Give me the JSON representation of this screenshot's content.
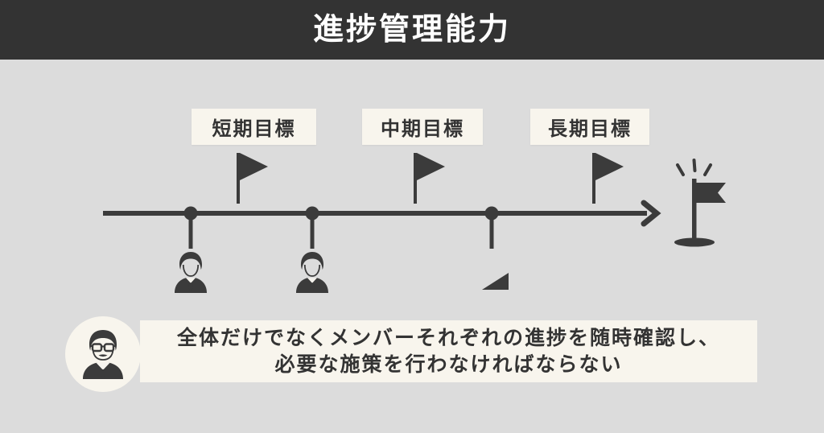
{
  "header": {
    "title": "進捗管理能力"
  },
  "goals": [
    {
      "label": "短期目標"
    },
    {
      "label": "中期目標"
    },
    {
      "label": "長期目標"
    }
  ],
  "timeline": {
    "milestone_icons": [
      "person",
      "person",
      "ramp-triangle"
    ],
    "goal_icon": "goal-flag-with-hole",
    "direction": "left-to-right-arrow"
  },
  "note": {
    "avatar_icon": "manager-with-glasses",
    "lines": [
      "全体だけでなくメンバーそれぞれの進捗を随時確認し、",
      "必要な施策を行わなければならない"
    ]
  },
  "colors": {
    "header_bg": "#333333",
    "page_bg": "#dcdcdc",
    "panel_cream": "#f8f5ed",
    "ink_dark": "#3b3b3b",
    "title_text": "#ffffff",
    "body_text": "#333333"
  }
}
